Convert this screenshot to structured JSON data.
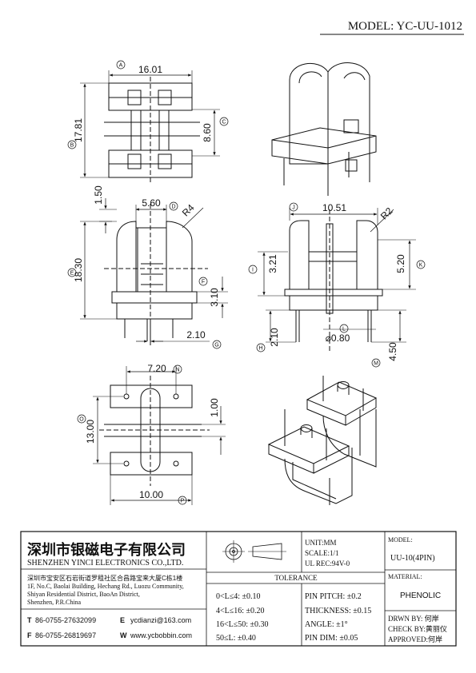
{
  "model": "MODEL: YC-UU-1012",
  "dims": {
    "A": "16.01",
    "C": "8.60",
    "B": "17.81",
    "top": "1.50",
    "D": "5.60",
    "R4": "R4",
    "H": "18.30",
    "F": "3.10",
    "G": "2.10",
    "J": "10.51",
    "R2": "R2",
    "I": "3.21",
    "K": "5.20",
    "H2": "2.10",
    "L": "⌀0.80",
    "M": "4.50",
    "N": "7.20",
    "O": "13.00",
    "right1": "1.00",
    "P": "10.00"
  },
  "markers": {
    "A": "A",
    "B": "B",
    "C": "C",
    "D": "D",
    "E": "E",
    "F": "F",
    "G": "G",
    "H": "H",
    "I": "I",
    "J": "J",
    "K": "K",
    "L": "L",
    "M": "M",
    "N": "N",
    "O": "O",
    "P": "P"
  },
  "company": {
    "cn_name": "深圳市银磁电子有限公司",
    "en_name": "SHENZHEN YINCI ELECTRONICS CO.,LTD.",
    "addr_cn": "深圳市宝安区石岩街道罗租社区合昌路宝来大厦C栋1楼",
    "addr1": "1F, No.C, Baolai Building, Hechang Rd., Luozu Community,",
    "addr2": "Shiyan Residential District, BaoAn District,",
    "addr3": "Shenzhen, P.R.China",
    "tel_label": "T",
    "tel": "86-0755-27632099",
    "fax_label": "F",
    "fax": "86-0755-26819697",
    "email_label": "E",
    "email": "ycdianzi@163.com",
    "web_label": "W",
    "web": "www.ycbobbin.com"
  },
  "info": {
    "unit": "UNIT:MM",
    "scale": "SCALE:1/1",
    "ul": "UL REC:94V-0"
  },
  "tolerance": {
    "title": "TOLERANCE",
    "rows": [
      "0<L≤4: ±0.10",
      "4<L≤16: ±0.20",
      "16<L≤50: ±0.30",
      "50≤L: ±0.40"
    ],
    "rows2": [
      "PIN PITCH: ±0.2",
      "THICKNESS: ±0.15",
      "ANGLE: ±1°",
      "PIN DIM: ±0.05"
    ]
  },
  "model_box": {
    "label": "MODEL:",
    "value": "UU-10(4PIN)"
  },
  "material": {
    "label": "MATERIAL:",
    "value": "PHENOLIC"
  },
  "approvals": {
    "drawn": "DRWN BY: 何岸",
    "check": "CHECK BY:黄丽仪",
    "approved": "APPROVED:何岸"
  }
}
